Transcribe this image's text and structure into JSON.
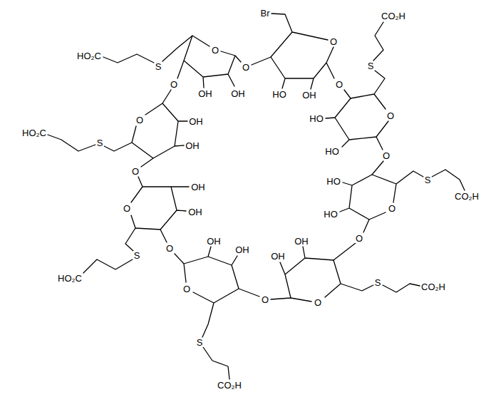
{
  "diagram": {
    "labels": [
      "Br",
      "CO₂H",
      "O",
      "O",
      "HO₂C",
      "S",
      "S",
      "O",
      "O",
      "O",
      "OH",
      "OH",
      "HO",
      "OH",
      "O",
      "HO",
      "O",
      "OH",
      "HO₂C",
      "S",
      "OH",
      "HO",
      "O",
      "O",
      "S",
      "HO",
      "OH",
      "CO₂H",
      "O",
      "O",
      "OH",
      "HO",
      "O",
      "OH",
      "OH",
      "O",
      "OH",
      "S",
      "OH",
      "HO₂C",
      "S",
      "CO₂H",
      "O",
      "O",
      "O",
      "S",
      "CO₂H"
    ]
  }
}
